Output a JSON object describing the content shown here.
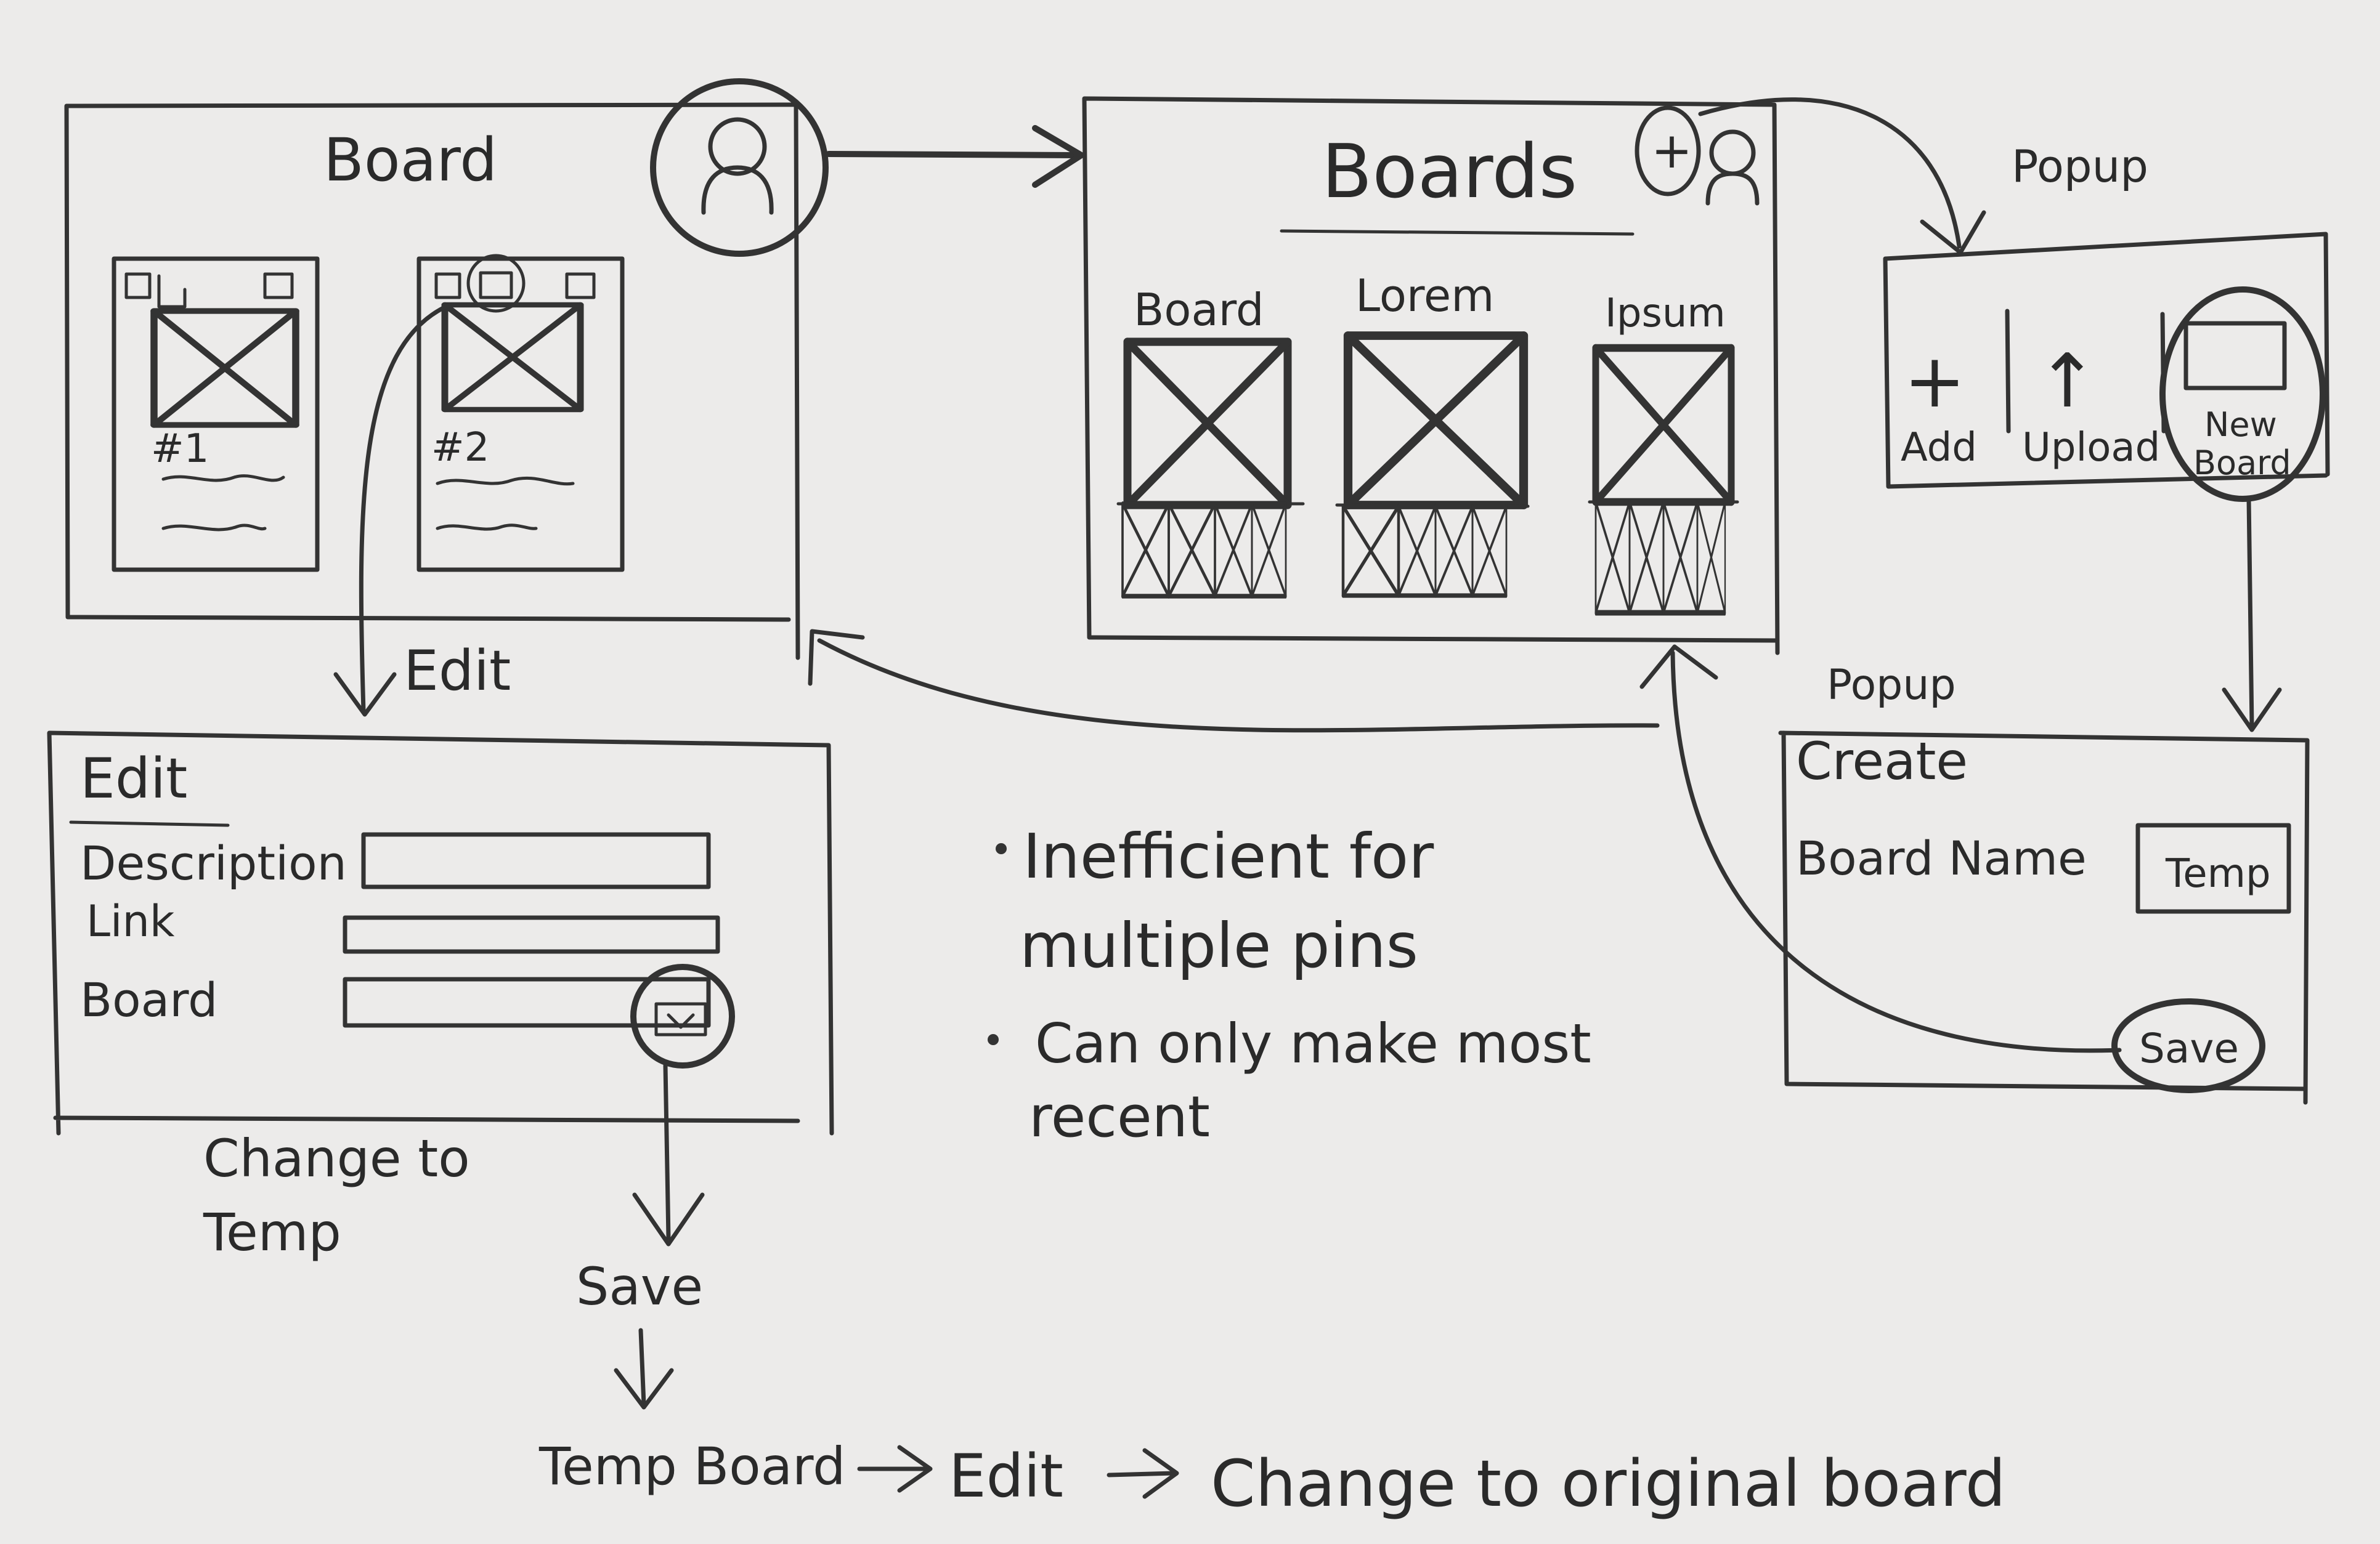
{
  "board_screen": {
    "title": "Board",
    "pins": [
      {
        "label": "#1"
      },
      {
        "label": "#2"
      }
    ]
  },
  "boards_screen": {
    "title": "Boards",
    "add_symbol": "+",
    "boards": [
      {
        "name": "Board"
      },
      {
        "name": "Lorem"
      },
      {
        "name": "Ipsum"
      }
    ]
  },
  "popup1": {
    "label": "Popup",
    "options": [
      {
        "label": "Add",
        "symbol": "+"
      },
      {
        "label": "Upload",
        "symbol": "↑"
      },
      {
        "label_line1": "New",
        "label_line2": "Board"
      }
    ]
  },
  "popup2": {
    "label": "Popup",
    "title": "Create",
    "field_label": "Board Name",
    "field_value": "Temp",
    "save_label": "Save"
  },
  "edit_flow": {
    "arrow_label": "Edit",
    "form": {
      "title": "Edit",
      "fields": [
        {
          "label": "Description"
        },
        {
          "label": "Link"
        },
        {
          "label": "Board"
        }
      ]
    },
    "change_note_line1": "Change to",
    "change_note_line2": "Temp",
    "save_label": "Save",
    "bottom_flow": [
      "Temp Board",
      "Edit",
      "Change to original board"
    ]
  },
  "notes": [
    {
      "line1": "Inefficient for",
      "line2": "multiple pins"
    },
    {
      "line1": "Can only make most",
      "line2": "recent"
    }
  ]
}
